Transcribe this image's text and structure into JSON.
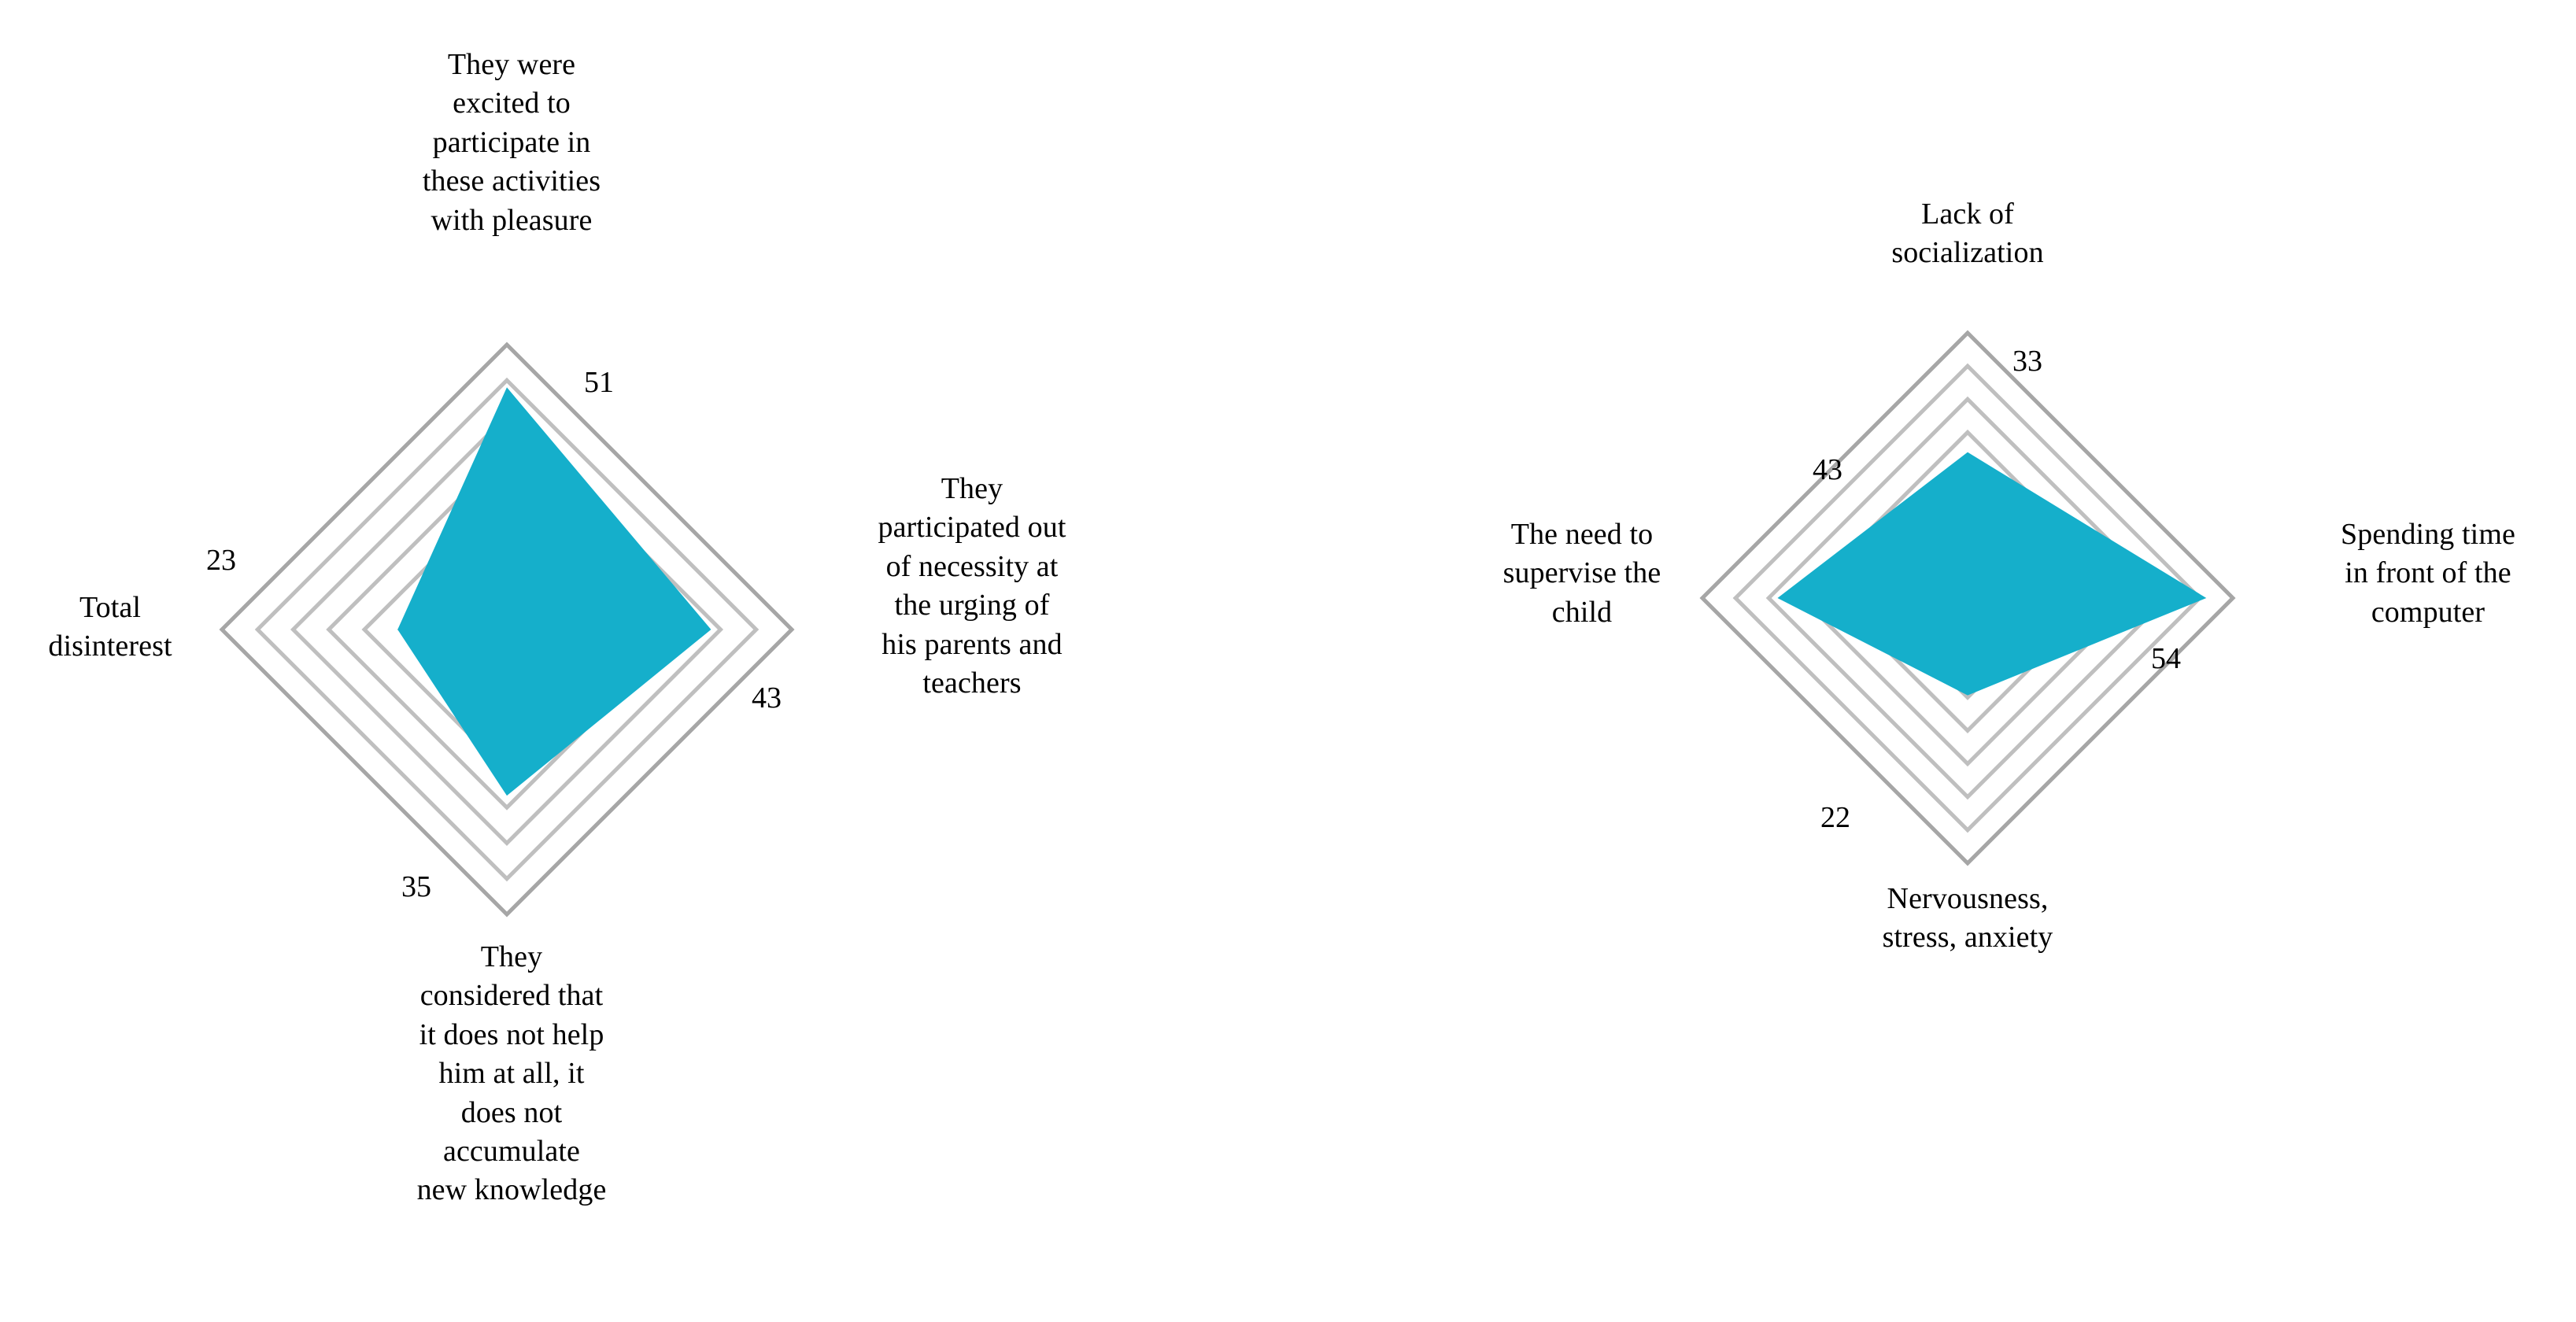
{
  "figure": {
    "background_color": "#ffffff",
    "series_fill_color": "#15AFCB",
    "grid_ring_color": "#BFBFBF",
    "grid_ring_color_dark": "#A6A6A6",
    "text_color": "#000000"
  },
  "chart_data": [
    {
      "id": "chart-left",
      "type": "radar",
      "title": "",
      "subtitle": "",
      "xlabel": "",
      "ylabel": "",
      "grid": true,
      "grid_rings": 8,
      "legend": null,
      "axis_max": 60,
      "axis_min": 0,
      "categories": [
        "They were\nexcited to\nparticipate in\nthese activities\nwith pleasure",
        "They\nparticipated out\nof necessity at\nthe urging of\nhis parents and\nteachers",
        "They\nconsidered that\nit does not help\nhim at all, it\ndoes not\naccumulate\nnew knowledge",
        "Total\ndisinterest"
      ],
      "values": [
        51,
        43,
        35,
        23
      ],
      "data_labels": [
        "51",
        "43",
        "35",
        "23"
      ]
    },
    {
      "id": "chart-right",
      "type": "radar",
      "title": "",
      "subtitle": "",
      "xlabel": "",
      "ylabel": "",
      "grid": true,
      "grid_rings": 8,
      "legend": null,
      "axis_max": 60,
      "axis_min": 0,
      "categories": [
        "Lack of\nsocialization",
        "Spending time\nin front of the\ncomputer",
        "Nervousness,\nstress, anxiety",
        "The need to\nsupervise the\nchild"
      ],
      "values": [
        33,
        54,
        22,
        43
      ],
      "data_labels": [
        "33",
        "54",
        "22",
        "43"
      ]
    }
  ],
  "chart_left": {
    "label_top": "They were\nexcited to\nparticipate in\nthese activities\nwith pleasure",
    "label_right": "They\nparticipated out\nof necessity at\nthe urging of\nhis parents and\nteachers",
    "label_bottom": "They\nconsidered that\nit does not help\nhim at all, it\ndoes not\naccumulate\nnew knowledge",
    "label_left": "Total\ndisinterest",
    "value_top": "51",
    "value_right": "43",
    "value_bottom": "35",
    "value_left": "23"
  },
  "chart_right": {
    "label_top": "Lack of\nsocialization",
    "label_right": "Spending time\nin front of the\ncomputer",
    "label_bottom": "Nervousness,\nstress, anxiety",
    "label_left": "The need to\nsupervise the\nchild",
    "value_top": "33",
    "value_right": "54",
    "value_bottom": "22",
    "value_left": "43"
  }
}
